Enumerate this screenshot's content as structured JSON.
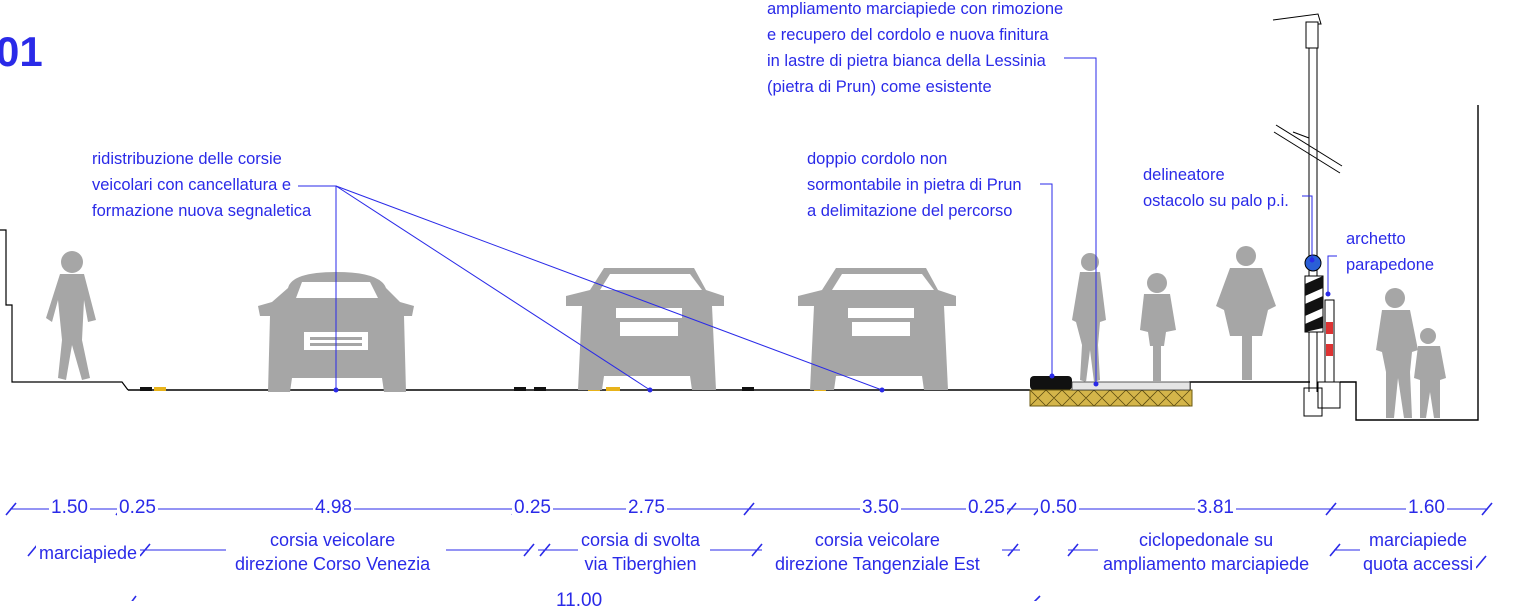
{
  "title": "01",
  "notes": {
    "sidewalk_widening": [
      "ampliamento marciapiede con rimozione",
      "e recupero del cordolo e nuova finitura",
      "in lastre di pietra bianca della Lessinia",
      "(pietra di Prun) come esistente"
    ],
    "lane_redistribution": [
      "ridistribuzione delle corsie",
      "veicolari con cancellatura e",
      "formazione nuova segnaletica"
    ],
    "double_curb": [
      "doppio cordolo non",
      "sormontabile in pietra di Prun",
      "a delimitazione del percorso"
    ],
    "delineator": [
      "delineatore",
      "ostacolo su palo p.i."
    ],
    "pedestrian_arch": [
      "archetto",
      "parapedone"
    ]
  },
  "dimensions": [
    "1.50",
    "0.25",
    "4.98",
    "0.25",
    "2.75",
    "3.50",
    "0.25",
    "0.50",
    "3.81",
    "1.60"
  ],
  "lanes": {
    "sidewalk_left": "marciapiede",
    "lane1": [
      "corsia veicolare",
      "direzione Corso Venezia"
    ],
    "lane2": [
      "corsia di svolta",
      "via Tiberghien"
    ],
    "lane3": [
      "corsia veicolare",
      "direzione Tangenziale Est"
    ],
    "cycle": [
      "ciclopedonale su",
      "ampliamento marciapiede"
    ],
    "sidewalk_right": [
      "marciapiede",
      "quota accessi"
    ]
  },
  "total_width": "11.00",
  "colors": {
    "annotation": "#2a2ae8",
    "silhouette": "#a6a6a6",
    "line": "#000000",
    "curb_fill": "#c9a227"
  }
}
